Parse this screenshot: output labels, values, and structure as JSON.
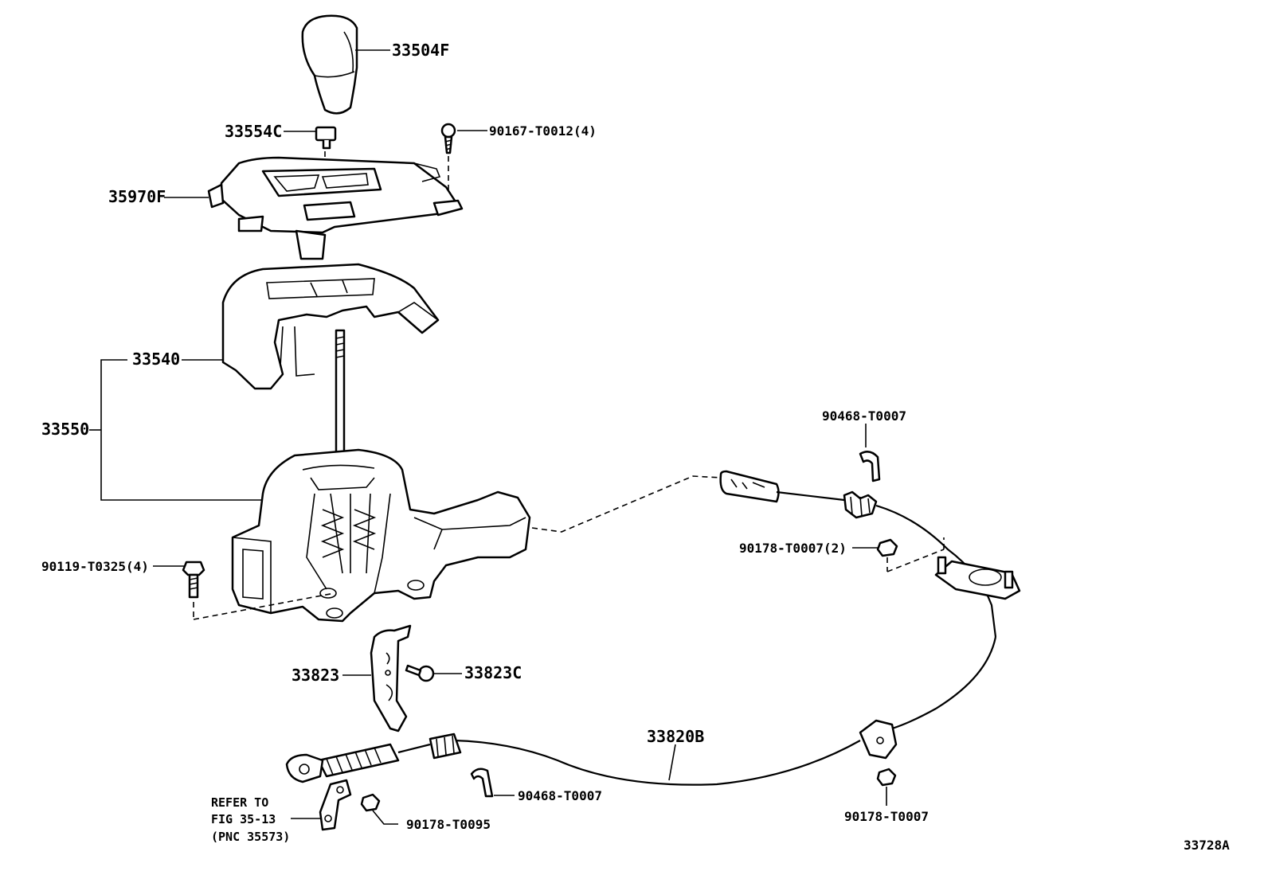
{
  "labels": {
    "knob": "33504F",
    "clip_button": "33554C",
    "screw_top": "90167-T0012(4)",
    "indicator_housing": "35970F",
    "lever_cover": "33540",
    "lever_assy": "33550",
    "bolt_left": "90119-T0325(4)",
    "bracket": "33823",
    "bracket_bolt": "33823C",
    "cable": "33820B",
    "clip_upper": "90468-T0007",
    "nut_upper": "90178-T0007(2)",
    "clip_lower": "90468-T0007",
    "nut_bottom": "90178-T0095",
    "nut_right": "90178-T0007",
    "refer_line1": "REFER TO",
    "refer_line2": "FIG 35-13",
    "refer_line3": "(PNC 35573)",
    "figure_id": "33728A"
  }
}
